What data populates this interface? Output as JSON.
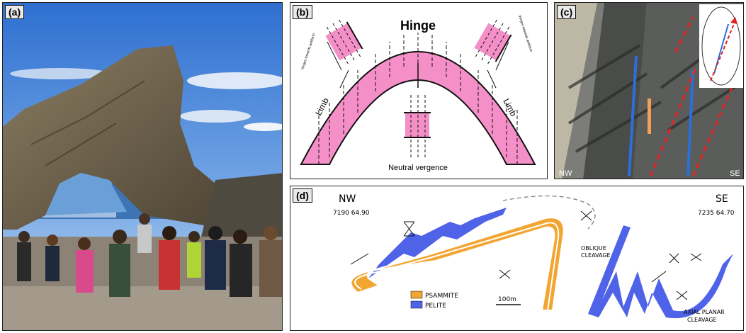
{
  "panels": {
    "a": {
      "tag": "(a)"
    },
    "b": {
      "tag": "(b)",
      "hinge": "Hinge",
      "limb_left": "Limb",
      "limb_right": "Limb",
      "neutral": "Neutral vergence",
      "verge_left": "Verges towards antiform",
      "verge_right": "Verges towards antiform",
      "fold_color": "#f48fc8"
    },
    "c": {
      "tag": "(c)",
      "nw": "NW",
      "se": "SE"
    },
    "d": {
      "tag": "(d)",
      "nw": "NW",
      "se": "SE",
      "coord_left": "7190 64.90",
      "coord_right": "7235 64.70",
      "oblique": "OBLIQUE\nCLEAVAGE",
      "legend_psammite": "PSAMMITE",
      "legend_pelite": "PELITE",
      "scale": "100m",
      "axial": "AXIAL PLANAR\nCLEAVAGE",
      "psammite_color": "#f2a531",
      "pelite_color": "#4f63e8"
    }
  }
}
